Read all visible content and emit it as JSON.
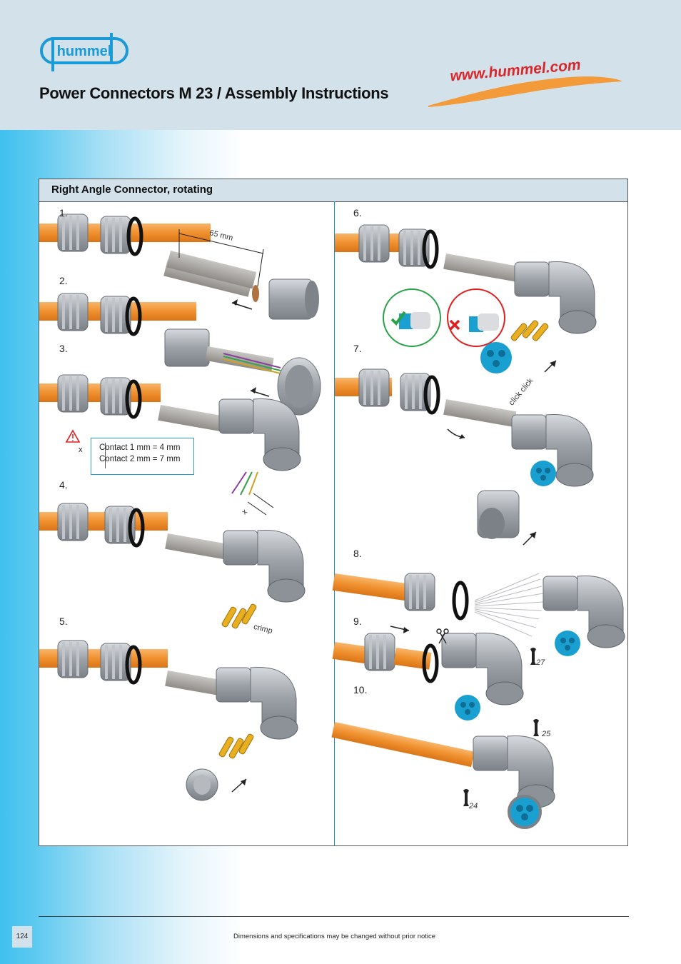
{
  "header": {
    "title": "Power Connectors M 23 / Assembly Instructions",
    "website": "www.hummel.com"
  },
  "logo": {
    "text": "hummel",
    "color": "#1a9ad6"
  },
  "panel": {
    "title": "Right Angle Connector, rotating",
    "steps": [
      "1.",
      "2.",
      "3.",
      "4.",
      "5.",
      "6.",
      "7.",
      "8.",
      "9.",
      "10."
    ]
  },
  "note": {
    "symbol": "x",
    "line1": "Contact 1 mm  = 4 mm",
    "line2": "Contact 2 mm  = 7 mm"
  },
  "labels": {
    "strip_length": "65 mm",
    "x_mark": "x",
    "crimp": "crimp",
    "click": "click click",
    "wrench_27": "27",
    "wrench_25": "25",
    "wrench_24": "24"
  },
  "icons": [
    "warning-triangle-icon",
    "check-icon",
    "cross-icon",
    "scissors-icon",
    "wrench-icon",
    "arrow-icon"
  ],
  "colors": {
    "cable": "#f39a3a",
    "accent": "#1a9ad6",
    "warning": "#e02020",
    "ok": "#2aa24a",
    "metal": "#a9adb3",
    "header_bg": "#d3e1ea"
  },
  "footer": {
    "page": "124",
    "disclaimer": "Dimensions and specifications may be changed without prior notice"
  }
}
